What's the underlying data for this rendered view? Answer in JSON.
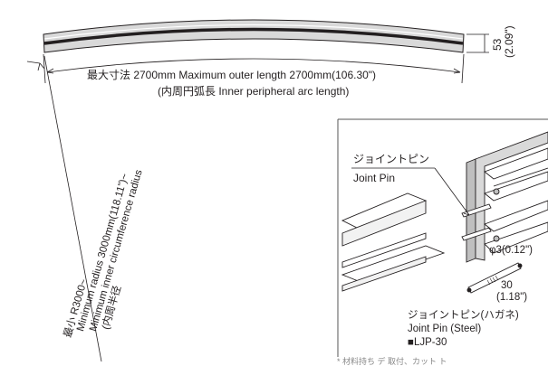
{
  "dimensions": {
    "max_length": "最大寸法 2700mm  Maximum outer length 2700mm(106.30\")",
    "inner_arc": "(内周円弧長 Inner peripheral arc length)",
    "height_mm": "53",
    "height_in": "(2.09\")"
  },
  "radius": {
    "line1": "最小 R3000~",
    "line2": "Minimum radius 3000mm(118.11\")~",
    "line3": "Minimum inner circumference radius",
    "line4": "(内周半径"
  },
  "detail": {
    "joint_pin_jp": "ジョイントピン",
    "joint_pin_en": "Joint Pin",
    "pin_diameter": "φ3(0.12\")",
    "pin_length_mm": "30",
    "pin_length_in": "(1.18\")",
    "pin_steel_jp": "ジョイントピン(ハガネ)",
    "pin_steel_en": "Joint Pin (Steel)",
    "part_number": "■LJP-30",
    "cut_off_text": "* 材料持ち デ 取付、カット ト"
  },
  "colors": {
    "line": "#231f20",
    "rail_fill": "#d9d9d9",
    "rail_dark": "#231f20",
    "profile_gray": "#bfbfbf"
  }
}
